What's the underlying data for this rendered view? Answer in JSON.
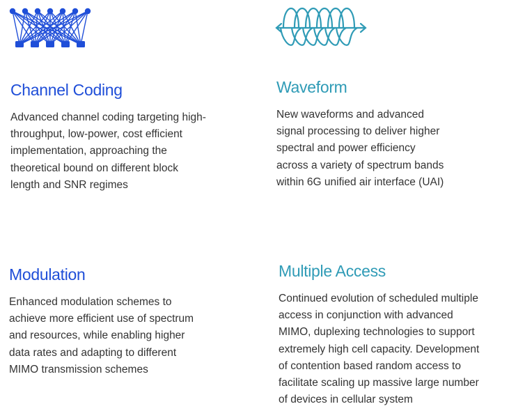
{
  "icons": {
    "coding": "neural-network-icon",
    "waveform": "waveform-icon"
  },
  "colors": {
    "blue": "#1f4ed8",
    "teal": "#2f9bb6",
    "text": "#333333"
  },
  "sections": {
    "channel_coding": {
      "title": "Channel Coding",
      "lines": [
        "Advanced channel coding targeting high-",
        "throughput, low-power, cost efficient",
        "implementation, approaching the",
        "theoretical bound on different block",
        "length and SNR regimes"
      ]
    },
    "waveform": {
      "title": "Waveform",
      "lines": [
        "New waveforms and advanced",
        "signal processing to deliver higher",
        "spectral and power efficiency",
        "across a variety of spectrum bands",
        "within 6G unified air interface (UAI)"
      ]
    },
    "modulation": {
      "title": "Modulation",
      "lines": [
        "Enhanced modulation schemes to",
        "achieve more efficient use of spectrum",
        "and resources, while enabling higher",
        "data rates and adapting to different",
        "MIMO  transmission schemes"
      ]
    },
    "multiple_access": {
      "title": "Multiple Access",
      "lines": [
        "Continued evolution of scheduled multiple",
        "access in conjunction with advanced",
        "MIMO, duplexing technologies to support",
        "extremely high cell capacity. Development",
        "of contention based random access to",
        "facilitate scaling up massive large number",
        "of devices in cellular system"
      ]
    }
  }
}
